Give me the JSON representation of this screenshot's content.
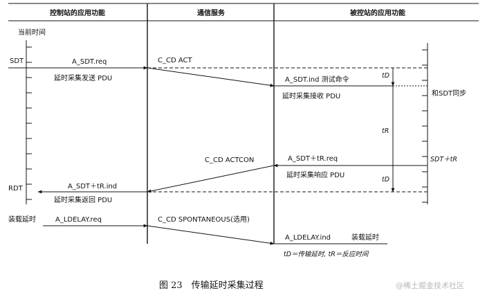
{
  "headers": {
    "left": "控制站的应用功能",
    "middle": "通信服务",
    "right": "被控站的应用功能"
  },
  "labels": {
    "current_time": "当前时间",
    "sdt": "SDT",
    "rdt": "RDT",
    "load_delay": "装载延时",
    "sdt_sync": "和SDT同步",
    "sdt_plus_tr": "SDT＋tR",
    "td_top": "tD",
    "tr": "tR",
    "td_bottom": "tD"
  },
  "messages": {
    "a_sdt_req": "A_SDT.req",
    "send_pdu": "延时采集发送 PDU",
    "c_cd_act": "C_CD ACT",
    "a_sdt_ind": "A_SDT.ind 测试命令",
    "recv_pdu": "延时采集接收 PDU",
    "c_cd_actcon": "C_CD ACTCON",
    "a_sdt_tr_req": "A_SDT＋tR.req",
    "resp_pdu": "延时采集响应 PDU",
    "a_sdt_tr_ind": "A_SDT＋tR.ind",
    "return_pdu": "延时采集返回 PDU",
    "a_ldelay_req": "A_LDELAY.req",
    "c_cd_spont": "C_CD SPONTANEOUS(选用)",
    "a_ldelay_ind": "A_LDELAY.ind",
    "load_delay_right": "装载延时"
  },
  "legend": "tD＝传输延时, tR＝反应时间",
  "caption": "图 23　传输延时采集过程",
  "watermark": "@稀土掘金技术社区"
}
